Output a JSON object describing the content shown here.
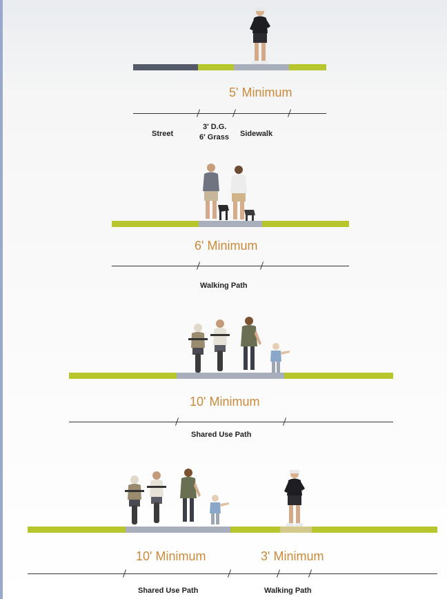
{
  "colors": {
    "lime": "#b6c62c",
    "path_gray": "#a9aebc",
    "street_dark": "#545a6a",
    "dimension_orange": "#c98a3a",
    "line": "#333333"
  },
  "sections": [
    {
      "dimension_label": "5' Minimum",
      "labels": {
        "street": "Street",
        "dg_grass_1": "3' D.G.",
        "dg_grass_2": "6' Grass",
        "sidewalk": "Sidewalk"
      }
    },
    {
      "dimension_label": "6' Minimum",
      "labels": {
        "walking_path": "Walking Path"
      }
    },
    {
      "dimension_label": "10' Minimum",
      "labels": {
        "shared_use_path": "Shared Use Path"
      }
    },
    {
      "dimension_labels": [
        "10' Minimum",
        "3' Minimum"
      ],
      "labels": {
        "shared_use_path": "Shared Use Path",
        "walking_path": "Walking Path"
      }
    }
  ],
  "figures": {
    "s1": [
      "jogger-icon"
    ],
    "s2": [
      "person-with-dog-icon",
      "person-with-dog-icon"
    ],
    "s3": [
      "cyclist-icon",
      "cyclist-icon",
      "adult-walking-icon",
      "child-walking-icon"
    ],
    "s4": [
      "cyclist-icon",
      "cyclist-icon",
      "adult-walking-icon",
      "child-walking-icon",
      "jogger-icon"
    ]
  }
}
